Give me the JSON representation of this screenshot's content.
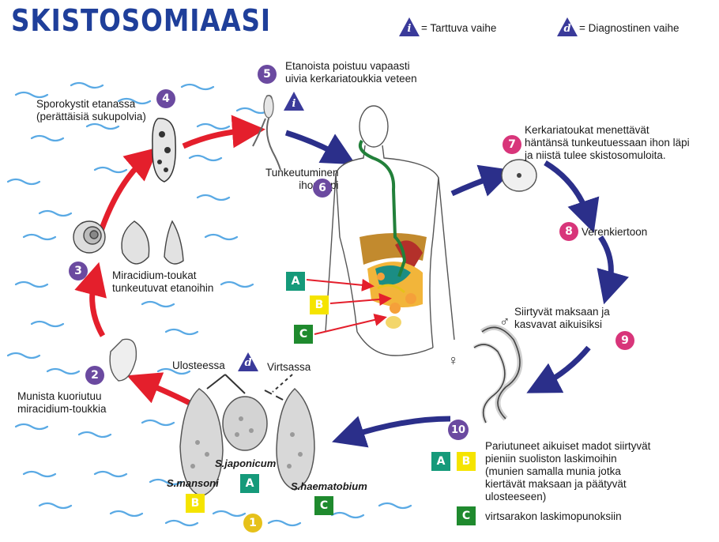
{
  "title": "SKISTOSOMIAASI",
  "legend": {
    "infective_symbol": "i",
    "infective_label": "= Tarttuva vaihe",
    "diagnostic_symbol": "d",
    "diagnostic_label": "= Diagnostinen vaihe"
  },
  "stages": [
    {
      "number": "1"
    },
    {
      "number": "2",
      "text": [
        "Munista kuoriutuu",
        "miracidium-toukkia"
      ]
    },
    {
      "number": "3",
      "text": [
        "Miracidium-toukat",
        "tunkeutuvat etanoihin"
      ]
    },
    {
      "number": "4",
      "text": [
        "Sporokystit etanassa",
        "(perättäisiä sukupolvia)"
      ]
    },
    {
      "number": "5",
      "text": [
        "Etanoista poistuu vapaasti",
        "uivia kerkariatoukkia veteen"
      ]
    },
    {
      "number": "6",
      "text": [
        "Tunkeutuminen",
        "ihon läpi"
      ]
    },
    {
      "number": "7",
      "text": [
        "Kerkariatoukat menettävät",
        "häntänsä tunkeutuessaan ihon läpi",
        "ja niistä tulee skistosomuloita."
      ]
    },
    {
      "number": "8",
      "text": [
        "Verenkiertoon"
      ]
    },
    {
      "number": "9",
      "text": [
        "Siirtyvät maksaan ja",
        "kasvavat aikuisiksi"
      ]
    },
    {
      "number": "10",
      "text": [
        "Pariutuneet aikuiset madot siirtyvät",
        "pieniin suoliston laskimoihin",
        "(munien samalla munia jotka",
        "kiertävät maksaan ja päätyvät",
        "ulosteeseen)"
      ]
    }
  ],
  "stage10_c_text": "virtsarakon laskimopunoksiin",
  "egg_sources": {
    "feces": "Ulosteessa",
    "urine": "Virtsassa"
  },
  "species": [
    {
      "name": "S.mansoni",
      "badge": "B"
    },
    {
      "name": "S.japonicum",
      "badge": "A"
    },
    {
      "name": "S.haematobium",
      "badge": "C"
    }
  ],
  "body_badges": [
    "A",
    "B",
    "C"
  ],
  "stage10_badges": [
    "A",
    "B",
    "C"
  ],
  "sex_symbols": {
    "male": "♂",
    "female": "♀"
  },
  "colors": {
    "title": "#1f3f9a",
    "stage_purple": "#6b4aa0",
    "stage_pink": "#d8357a",
    "stage_yellow": "#e6c11a",
    "arrow_red": "#e41f2c",
    "arrow_navy": "#2b2f8a",
    "badge_A": "#159a7a",
    "badge_B": "#f5e400",
    "badge_C": "#1f8a2e",
    "water": "#3d9be0"
  }
}
